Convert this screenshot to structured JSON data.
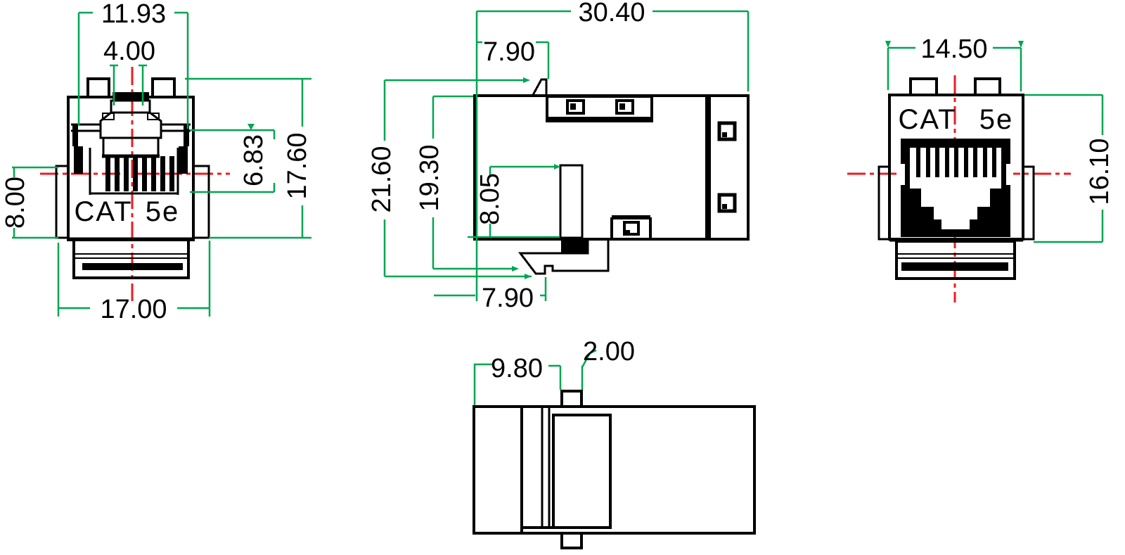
{
  "drawing": {
    "front_view": {
      "width_tabs": "11.93",
      "width_notch": "4.00",
      "height_side": "8.00",
      "height_opening": "6.83",
      "height_total": "17.60",
      "width_body": "17.00",
      "label_cat": "CAT",
      "label_grade": "5e"
    },
    "side_view": {
      "length_total": "30.40",
      "length_front": "7.90",
      "height_total": "21.60",
      "height_body": "19.30",
      "height_inner": "8.05",
      "length_latch": "7.90"
    },
    "rear_view": {
      "width_body": "14.50",
      "height_body": "16.10",
      "label_cat": "CAT",
      "label_grade": "5e"
    },
    "top_view": {
      "length_cap": "9.80",
      "width_tab": "2.00"
    },
    "colors": {
      "dimension_green": "#00A651",
      "centerline_red": "#ED1C24",
      "outline_black": "#000000",
      "background": "#FFFFFF"
    }
  }
}
